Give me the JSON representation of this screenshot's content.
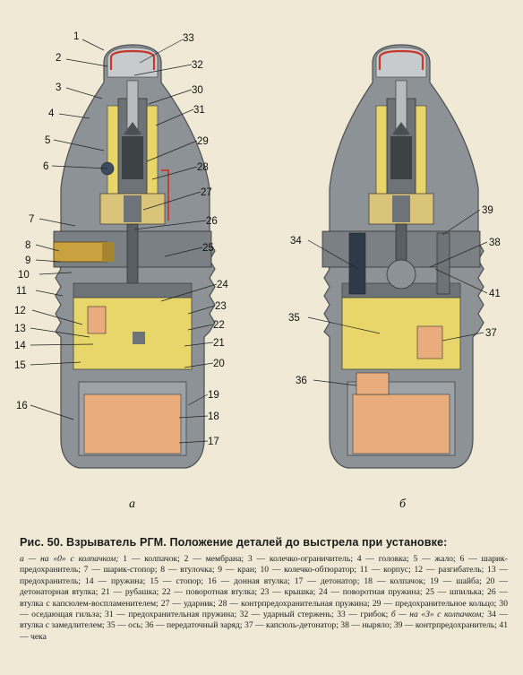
{
  "figure": {
    "left_label": "а",
    "right_label": "б",
    "callouts_left": [
      "1",
      "2",
      "3",
      "4",
      "5",
      "6",
      "7",
      "8",
      "9",
      "10",
      "11",
      "12",
      "13",
      "14",
      "15",
      "16",
      "33",
      "32",
      "30",
      "31",
      "29",
      "28",
      "27",
      "26",
      "25",
      "24",
      "23",
      "22",
      "21",
      "20",
      "19",
      "18",
      "17"
    ],
    "callouts_right": [
      "34",
      "35",
      "36",
      "39",
      "38",
      "41",
      "37"
    ]
  },
  "caption": "Рис. 50. Взрыватель РГМ. Положение деталей до выстрела при установке:",
  "legend": [
    {
      "k": "а",
      "t": " — на «0» с колпачком; ",
      "it": true
    },
    {
      "k": "1",
      "t": " — колпачок; "
    },
    {
      "k": "2",
      "t": " — мембрана; "
    },
    {
      "k": "3",
      "t": " — колечко-ограничитель; "
    },
    {
      "k": "4",
      "t": " — головка; "
    },
    {
      "k": "5",
      "t": " — жало; "
    },
    {
      "k": "6",
      "t": " — шарик-предохранитель; "
    },
    {
      "k": "7",
      "t": " — шарик-стопор; "
    },
    {
      "k": "8",
      "t": " — втулочка; "
    },
    {
      "k": "9",
      "t": " — кран; "
    },
    {
      "k": "10",
      "t": " — колечко-обтюратор; "
    },
    {
      "k": "11",
      "t": " — корпус; "
    },
    {
      "k": "12",
      "t": " — разгибатель; "
    },
    {
      "k": "13",
      "t": " — предохранитель; "
    },
    {
      "k": "14",
      "t": " — пружина; "
    },
    {
      "k": "15",
      "t": " — стопор; "
    },
    {
      "k": "16",
      "t": " — донная втулка; "
    },
    {
      "k": "17",
      "t": " — детонатор; "
    },
    {
      "k": "18",
      "t": " — колпачок; "
    },
    {
      "k": "19",
      "t": " — шайба; "
    },
    {
      "k": "20",
      "t": " — детонаторная втулка; "
    },
    {
      "k": "21",
      "t": " — рубашка; "
    },
    {
      "k": "22",
      "t": " — поворотная втулка; "
    },
    {
      "k": "23",
      "t": " — крышка; "
    },
    {
      "k": "24",
      "t": " — поворотная пружина; "
    },
    {
      "k": "25",
      "t": " — шпилька; "
    },
    {
      "k": "26",
      "t": " — втулка с капсюлем-воспламенителем; "
    },
    {
      "k": "27",
      "t": " — ударник; "
    },
    {
      "k": "28",
      "t": " — контрпредохранительная пружина; "
    },
    {
      "k": "29",
      "t": " — предохранительное кольцо; "
    },
    {
      "k": "30",
      "t": " — оседающая гильза; "
    },
    {
      "k": "31",
      "t": " — предохранительная пружина; "
    },
    {
      "k": "32",
      "t": " — ударный стержень; "
    },
    {
      "k": "33",
      "t": " — грибок; "
    },
    {
      "k": "б",
      "t": " — на «З» с колпачком; ",
      "it": true
    },
    {
      "k": "34",
      "t": " — втулка с замедлителем; "
    },
    {
      "k": "35",
      "t": " — ось; "
    },
    {
      "k": "36",
      "t": " — передаточный заряд; "
    },
    {
      "k": "37",
      "t": " — капсюль-детонатор; "
    },
    {
      "k": "38",
      "t": " — ныряло; "
    },
    {
      "k": "39",
      "t": " — контрпредохранитель; "
    },
    {
      "k": "41",
      "t": " — чека"
    }
  ],
  "colors": {
    "body_gray": "#8d9296",
    "dark_gray": "#6e7377",
    "brass": "#d9c47a",
    "yellow": "#e8d66a",
    "charge": "#e9ad7d",
    "red": "#c4392b"
  }
}
